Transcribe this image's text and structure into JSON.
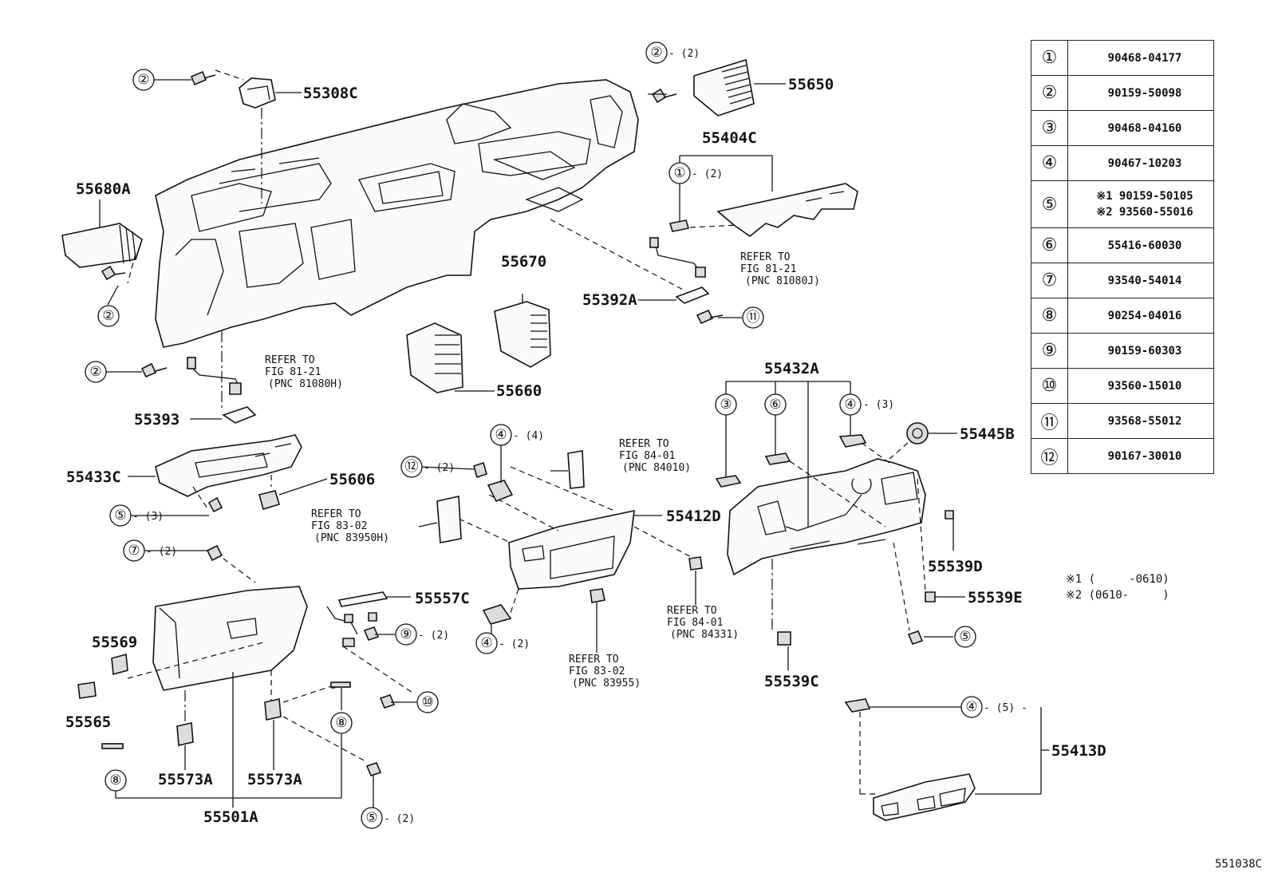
{
  "labels": {
    "p55308C": "55308C",
    "p55650": "55650",
    "p55404C": "55404C",
    "p55680A": "55680A",
    "p55670": "55670",
    "p55392A": "55392A",
    "p55660": "55660",
    "p55393": "55393",
    "p55433C": "55433C",
    "p55606": "55606",
    "p55432A": "55432A",
    "p55445B": "55445B",
    "p55412D": "55412D",
    "p55557C": "55557C",
    "p55569": "55569",
    "p55565": "55565",
    "p55573A_1": "55573A",
    "p55573A_2": "55573A",
    "p55501A": "55501A",
    "p55539D": "55539D",
    "p55539E": "55539E",
    "p55539C": "55539C",
    "p55413D": "55413D"
  },
  "callouts": {
    "c2_top": "②",
    "c2_vent": "②",
    "c2_left": "②",
    "c2_lower": "②",
    "c1": "①",
    "c11": "⑪",
    "c3": "③",
    "c6": "⑥",
    "c4_right": "④",
    "c5_left": "⑤",
    "c7": "⑦",
    "c12": "⑫",
    "c4_mid_top": "④",
    "c4_mid_bot": "④",
    "c9": "⑨",
    "c10": "⑩",
    "c8_left": "⑧",
    "c8_right": "⑧",
    "c5_bottom": "⑤",
    "c5_right": "⑤",
    "c4_bottom": "④"
  },
  "quantities": {
    "q_c2_vent": "- (2)",
    "q_c1": "- (2)",
    "q_c4_right": "- (3)",
    "q_c5_left": "- (3)",
    "q_c7": "- (2)",
    "q_c12": "- (2)",
    "q_c4_mid_top": "- (4)",
    "q_c4_mid_bot": "- (2)",
    "q_c9": "- (2)",
    "q_c5_bottom": "- (2)",
    "q_c4_bottom": "- (5) -"
  },
  "references": {
    "r1": {
      "l1": "REFER TO",
      "l2": "FIG 81-21",
      "l3": "(PNC 81080J)"
    },
    "r2": {
      "l1": "REFER TO",
      "l2": "FIG 81-21",
      "l3": "(PNC 81080H)"
    },
    "r3": {
      "l1": "REFER TO",
      "l2": "FIG 84-01",
      "l3": "(PNC 84010)"
    },
    "r4": {
      "l1": "REFER TO",
      "l2": "FIG 83-02",
      "l3": "(PNC 83950H)"
    },
    "r5": {
      "l1": "REFER TO",
      "l2": "FIG 84-01",
      "l3": "(PNC 84331)"
    },
    "r6": {
      "l1": "REFER TO",
      "l2": "FIG 83-02",
      "l3": "(PNC 83955)"
    }
  },
  "ref_table": [
    {
      "key": "①",
      "value": "90468-04177"
    },
    {
      "key": "②",
      "value": "90159-50098"
    },
    {
      "key": "③",
      "value": "90468-04160"
    },
    {
      "key": "④",
      "value": "90467-10203"
    },
    {
      "key": "⑤",
      "value": "※1 90159-50105",
      "value2": "※2 93560-55016"
    },
    {
      "key": "⑥",
      "value": "55416-60030"
    },
    {
      "key": "⑦",
      "value": "93540-54014"
    },
    {
      "key": "⑧",
      "value": "90254-04016"
    },
    {
      "key": "⑨",
      "value": "90159-60303"
    },
    {
      "key": "⑩",
      "value": "93560-15010"
    },
    {
      "key": "⑪",
      "value": "93568-55012"
    },
    {
      "key": "⑫",
      "value": "90167-30010"
    }
  ],
  "notes": {
    "n1": "※1 (     -0610)",
    "n2": "※2 (0610-     )"
  },
  "doc_code": "551038C"
}
